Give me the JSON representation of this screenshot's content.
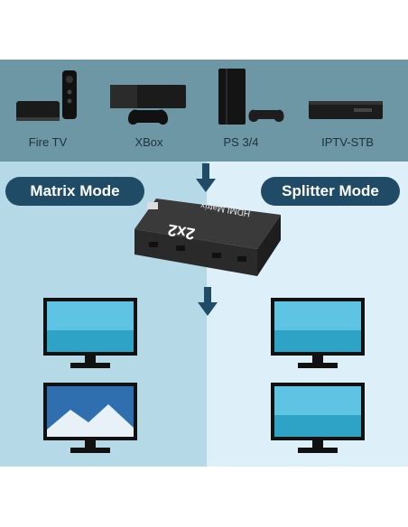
{
  "devices": [
    {
      "label": "Fire TV",
      "icon": "fire-tv-icon"
    },
    {
      "label": "XBox",
      "icon": "xbox-icon"
    },
    {
      "label": "PS 3/4",
      "icon": "playstation-icon"
    },
    {
      "label": "IPTV-STB",
      "icon": "set-top-box-icon"
    }
  ],
  "modes": {
    "matrix_label": "Matrix Mode",
    "splitter_label": "Splitter Mode"
  },
  "switch_box": {
    "title": "HDMI Matrix",
    "size": "2x2"
  },
  "colors": {
    "top_band": "#6d97a5",
    "matrix_panel": "#b6d9e8",
    "splitter_panel": "#ddf0fa",
    "accent": "#1f4b66"
  }
}
